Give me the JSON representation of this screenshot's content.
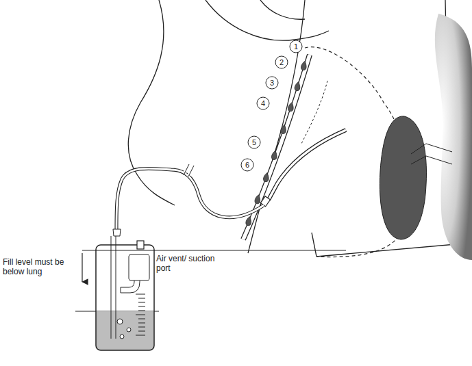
{
  "diagram": {
    "labels": [
      "1",
      "2",
      "3",
      "4",
      "5",
      "6",
      "Air vent/ suction port",
      "Fill level must be below lung"
    ]
  }
}
